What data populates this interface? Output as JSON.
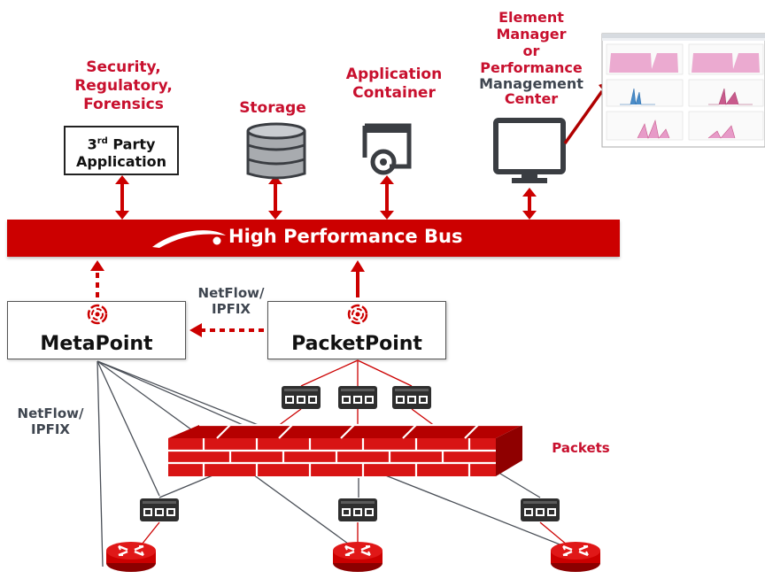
{
  "colors": {
    "accent": "#cc0000",
    "text_red": "#c8102e",
    "text_gray": "#3f4650"
  },
  "labels": {
    "security": [
      "Security,",
      "Regulatory,",
      "Forensics"
    ],
    "third_party": {
      "main": "3",
      "sup": "rd",
      "rest": " Party",
      "line2": "Application"
    },
    "storage": "Storage",
    "app_container": [
      "Application",
      "Container"
    ],
    "element_manager": {
      "l1": "Element",
      "l2": "Manager",
      "l3": "or",
      "l4": "Performance",
      "l5": "Management",
      "l6": "Center"
    },
    "bus": "High Performance Bus",
    "netflow_top": [
      "NetFlow/",
      "IPFIX"
    ],
    "netflow_left": [
      "NetFlow/",
      "IPFIX"
    ],
    "metapoint": "MetaPoint",
    "packetpoint": "PacketPoint",
    "packets": "Packets"
  },
  "icons": {
    "storage": "database-icon",
    "container": "app-container-icon",
    "monitor": "monitor-icon",
    "bus_logo": "swoosh-logo-icon",
    "point_logo": "target-logo-icon",
    "tap": "network-tap-icon",
    "router": "router-icon",
    "firewall": "firewall-icon"
  }
}
